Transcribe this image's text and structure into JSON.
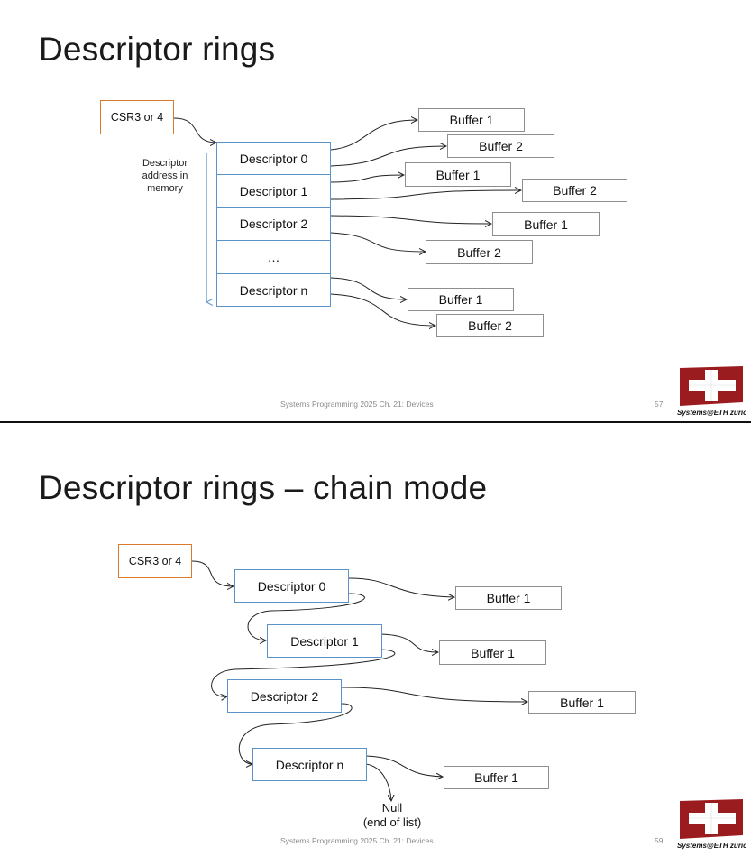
{
  "slides": [
    {
      "title": "Descriptor rings",
      "csr_label": "CSR3 or 4",
      "address_label": "Descriptor address in memory",
      "descriptors": [
        "Descriptor 0",
        "Descriptor 1",
        "Descriptor 2",
        "…",
        "Descriptor n"
      ],
      "buffers": [
        "Buffer 1",
        "Buffer 2",
        "Buffer 1",
        "Buffer 2",
        "Buffer 1",
        "Buffer 2",
        "Buffer 1",
        "Buffer 2"
      ],
      "footer": "Systems Programming 2025 Ch. 21: Devices",
      "page_number": "57",
      "logo_text": "Systems@ETH zürich"
    },
    {
      "title": "Descriptor rings – chain mode",
      "csr_label": "CSR3 or 4",
      "descriptors": [
        "Descriptor 0",
        "Descriptor 1",
        "Descriptor 2",
        "Descriptor n"
      ],
      "buffers": [
        "Buffer 1",
        "Buffer 1",
        "Buffer 1",
        "Buffer 1"
      ],
      "null_label_line1": "Null",
      "null_label_line2": "(end of list)",
      "footer": "Systems Programming 2025 Ch. 21: Devices",
      "page_number": "59",
      "logo_text": "Systems@ETH zürich"
    }
  ],
  "colors": {
    "csr_border": "#d77a2e",
    "descriptor_border": "#5b93c9",
    "buffer_border": "#8e8e8e",
    "logo_red": "#9b1c1f"
  }
}
